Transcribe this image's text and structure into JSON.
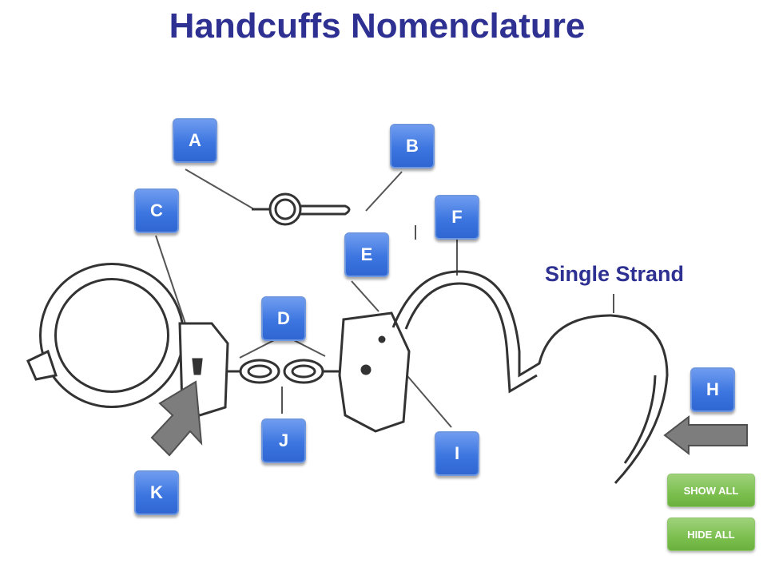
{
  "title": "Handcuffs Nomenclature",
  "single_strand_label": "Single Strand",
  "callouts": {
    "a": "A",
    "b": "B",
    "c": "C",
    "d": "D",
    "e": "E",
    "f": "F",
    "h": "H",
    "i": "I",
    "j": "J",
    "k": "K"
  },
  "controls": {
    "show_all": "SHOW ALL",
    "hide_all": "HIDE ALL"
  },
  "colors": {
    "title": "#2e3192",
    "callout_button": "#3d76e0",
    "control_button": "#7cbf4f",
    "arrow": "#7d7d7d"
  }
}
